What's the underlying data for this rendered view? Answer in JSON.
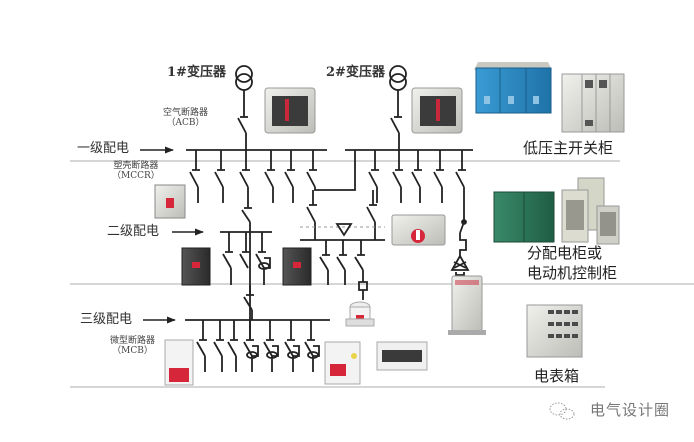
{
  "labels": {
    "transformer_1": "1#变压器",
    "transformer_2": "2#变压器",
    "acb_name": "空气断路器",
    "acb_abbr": "（ACB）",
    "mccb_name": "塑壳断路器",
    "mccb_abbr": "（MCCR）",
    "mcb_name": "微型断路器",
    "mcb_abbr": "（MCB）",
    "level_1": "一级配电",
    "level_2": "二级配电",
    "level_3": "三级配电"
  },
  "categories": {
    "main_switchgear": "低压主开关柜",
    "distribution_cabinet_line1": "分配电柜或",
    "distribution_cabinet_line2": "电动机控制柜",
    "meter_box": "电表箱"
  },
  "watermark": {
    "icon": "wechat-icon",
    "text": "电气设计圈"
  },
  "colors": {
    "line": "#222222",
    "divider": "#c8c8c8",
    "box_blue": "#2f8fc8",
    "box_green": "#2e7a5c",
    "breaker_red": "#d6263a",
    "cabinet_gray": "#e6e6e2"
  }
}
